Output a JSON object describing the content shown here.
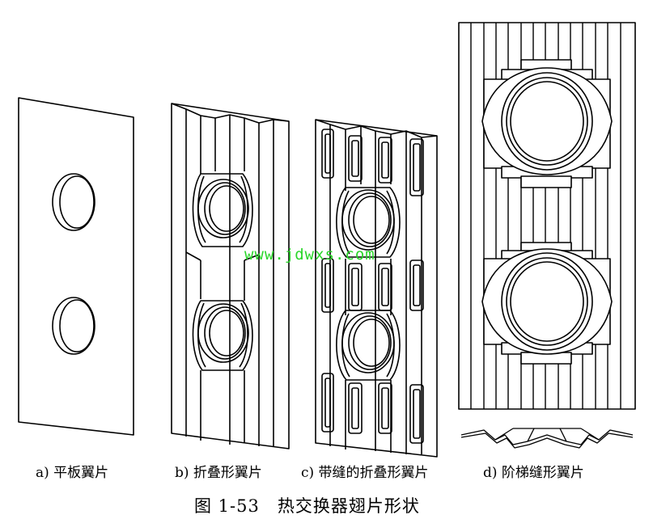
{
  "figure": {
    "title": "图 1-53　热交换器翅片形状",
    "watermark": "www.jdwxs.com",
    "line_color": "#000000",
    "watermark_color": "#2ad62a",
    "panels": [
      {
        "id": "a",
        "caption": "a) 平板翼片"
      },
      {
        "id": "b",
        "caption": "b) 折叠形翼片"
      },
      {
        "id": "c",
        "caption": "c) 带缝的折叠形翼片"
      },
      {
        "id": "d",
        "caption": "d) 阶梯缝形翼片"
      }
    ]
  }
}
